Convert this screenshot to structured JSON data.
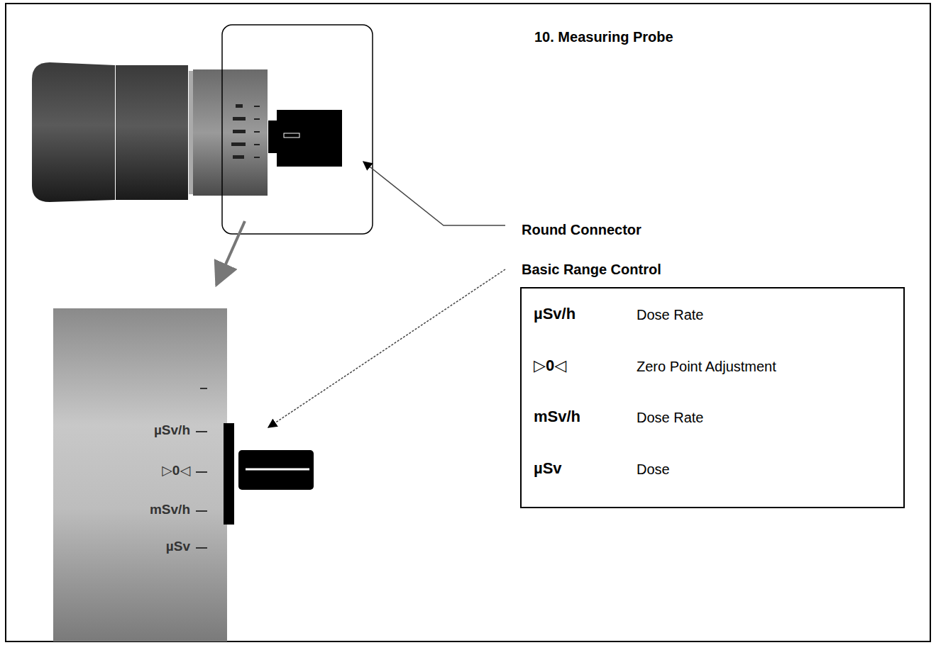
{
  "diagram": {
    "title": "10. Measuring Probe",
    "labels": [
      "Round Connector",
      "Basic Range Control",
      "µSv/h",
      "▷0◁",
      "mSv/h",
      "µSv",
      "µSv/h",
      "Dose Rate",
      "▷0◁",
      "Zero Point Adjustment",
      "mSv/h",
      "Dose Rate",
      "µSv",
      "Dose"
    ]
  }
}
